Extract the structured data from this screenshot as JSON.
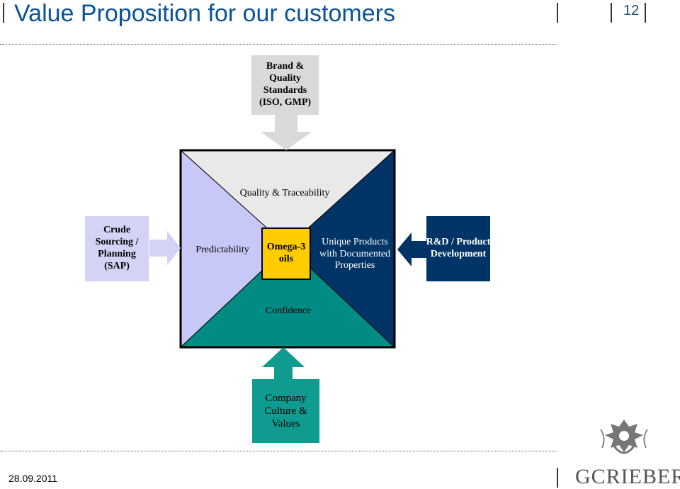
{
  "header": {
    "title": "Value Proposition for our customers",
    "page_number": "12"
  },
  "diagram": {
    "top_input": "Brand & Quality Standards (ISO, GMP)",
    "left_input": "Crude Sourcing / Planning (SAP)",
    "right_input": "R&D / Product Development",
    "bottom_input": "Company Culture & Values",
    "top_triangle": "Quality & Traceability",
    "left_triangle": "Predictability",
    "right_triangle": "Unique Products with Documented Properties",
    "bottom_triangle": "Confidence",
    "center": "Omega-3 oils",
    "colors": {
      "top_triangle": "#e9e9e9",
      "left_triangle": "#c8c8f8",
      "right_triangle": "#003366",
      "bottom_triangle": "#008c84",
      "center": "#ffcc00",
      "grey_box": "#d9d9d9",
      "lavender_box": "#d3d3f5",
      "navy_box": "#003366",
      "teal_box": "#109b90"
    }
  },
  "footer": {
    "date": "28.09.2011",
    "logo": "GCRIEBER"
  }
}
